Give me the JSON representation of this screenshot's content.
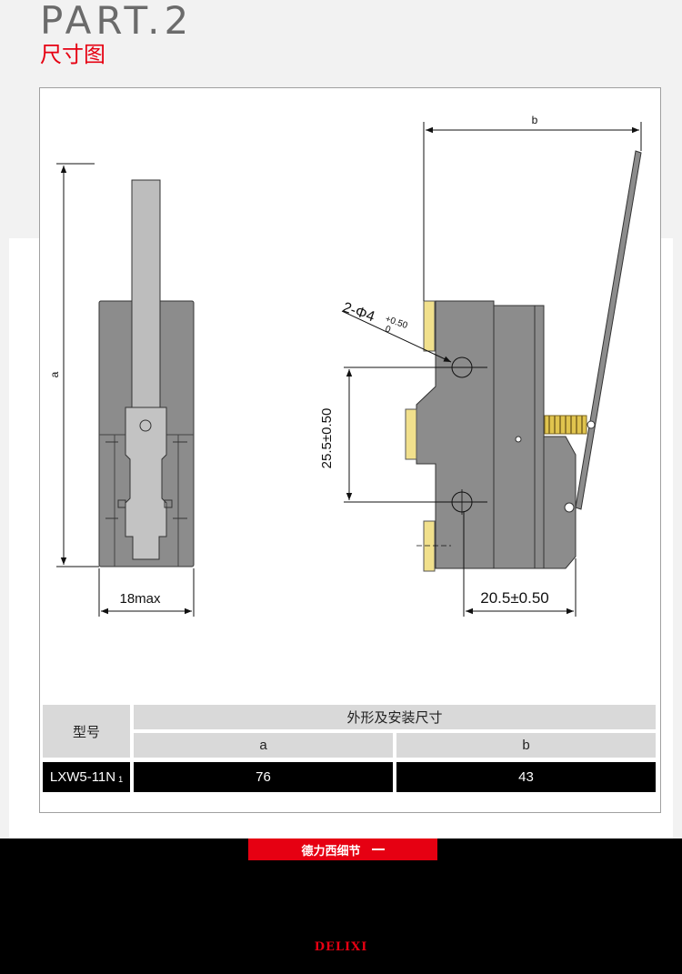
{
  "header": {
    "part_title": "PART.2",
    "subtitle": "尺寸图"
  },
  "drawing": {
    "label_a": "a",
    "label_b": "b",
    "width_dim": "18max",
    "hole_label": "2-Φ4",
    "hole_tol_upper": "+0.50",
    "hole_tol_lower": "0",
    "hole_spacing": "25.5±0.50",
    "hole_offset": "20.5±0.50"
  },
  "table": {
    "model_header": "型号",
    "dims_header": "外形及安装尺寸",
    "col_a": "a",
    "col_b": "b",
    "model_name": "LXW5-11N",
    "model_sub": "1",
    "value_a": "76",
    "value_b": "43"
  },
  "footer": {
    "tag": "德力西细节",
    "logo": "DELIXI"
  },
  "colors": {
    "accent_red": "#e60012",
    "body_gray": "#8c8c8c",
    "terminal_yellow": "#f1e08c"
  }
}
